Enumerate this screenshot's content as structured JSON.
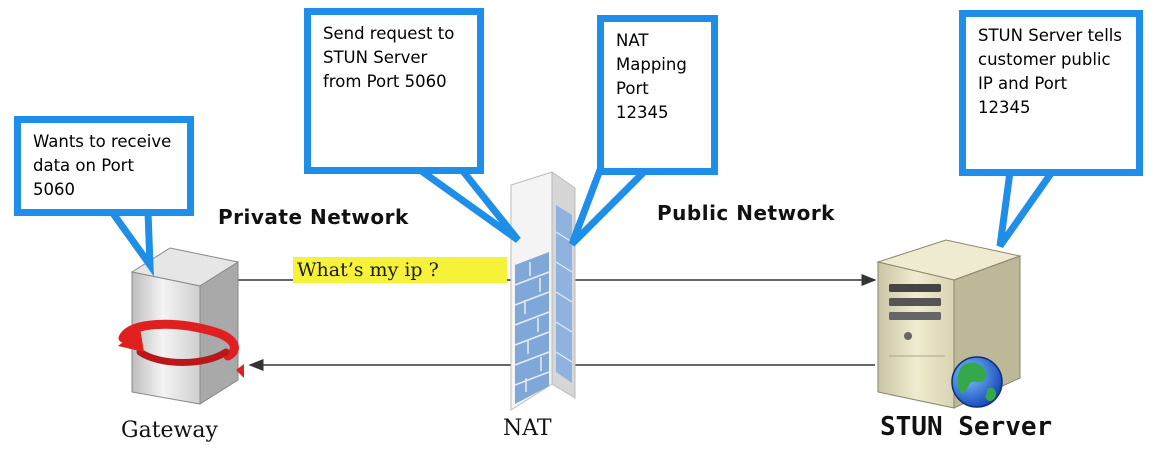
{
  "callouts": {
    "gateway": "Wants to receive\ndata on Port\n5060",
    "request": "Send request to\nSTUN Server\nfrom Port 5060",
    "nat_mapping": "NAT\nMapping\nPort\n12345",
    "stun_reply": "STUN Server tells\ncustomer public\nIP and Port\n12345"
  },
  "networks": {
    "private": "Private Network",
    "public": "Public Network"
  },
  "query": "What’s my ip ?",
  "nodes": {
    "gateway": "Gateway",
    "nat": "NAT",
    "stun": "STUN Server"
  },
  "colors": {
    "callout_border": "#1f8ee8",
    "query_highlight": "#f6f23a",
    "rotation_arrow": "#e02020",
    "firewall": "#7fa7d8"
  },
  "icons": {
    "gateway": "server-tower-icon",
    "nat": "firewall-icon",
    "stun": "server-globe-icon"
  }
}
